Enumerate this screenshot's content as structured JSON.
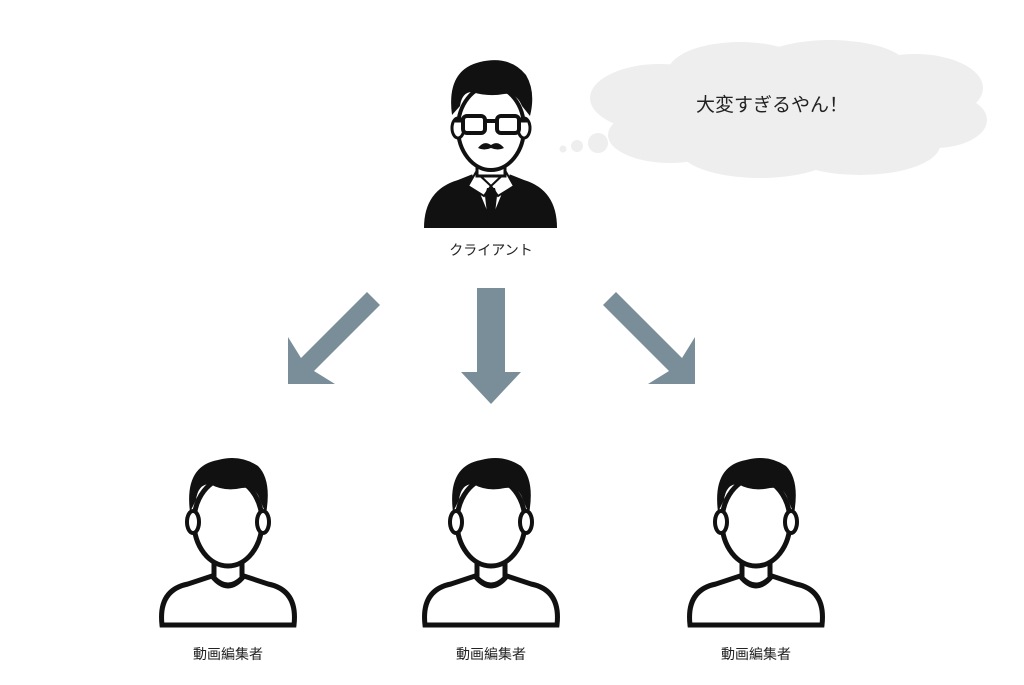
{
  "client": {
    "label": "クライアント",
    "icon": "businessman-with-glasses-icon"
  },
  "speech_bubble": {
    "text": "大変すぎるやん！"
  },
  "editors": [
    {
      "label": "動画編集者",
      "icon": "person-icon"
    },
    {
      "label": "動画編集者",
      "icon": "person-icon"
    },
    {
      "label": "動画編集者",
      "icon": "person-icon"
    }
  ],
  "colors": {
    "arrow": "#7a8e99",
    "bubble": "#eeeeee",
    "icon": "#111111",
    "background": "#ffffff"
  }
}
